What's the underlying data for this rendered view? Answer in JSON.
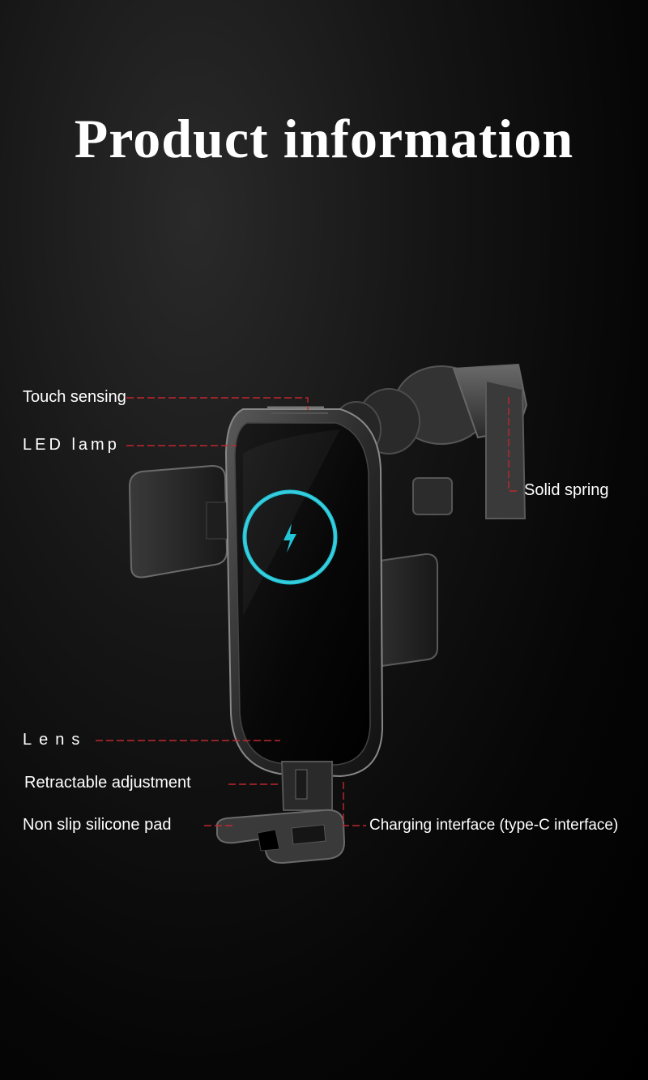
{
  "title": "Product information",
  "callouts": {
    "touch_sensing": "Touch sensing",
    "led_lamp": "LED lamp",
    "solid_spring": "Solid spring",
    "lens": "Lens",
    "retractable_adjustment": "Retractable adjustment",
    "non_slip_pad": "Non slip silicone pad",
    "charging_interface": "Charging interface (type-C interface)"
  },
  "colors": {
    "leader_line": "#c0272d",
    "charging_ring": "#22c4d6",
    "background": "#000000",
    "text": "#ffffff"
  },
  "icons": {
    "charging_bolt": "lightning-bolt-icon"
  }
}
